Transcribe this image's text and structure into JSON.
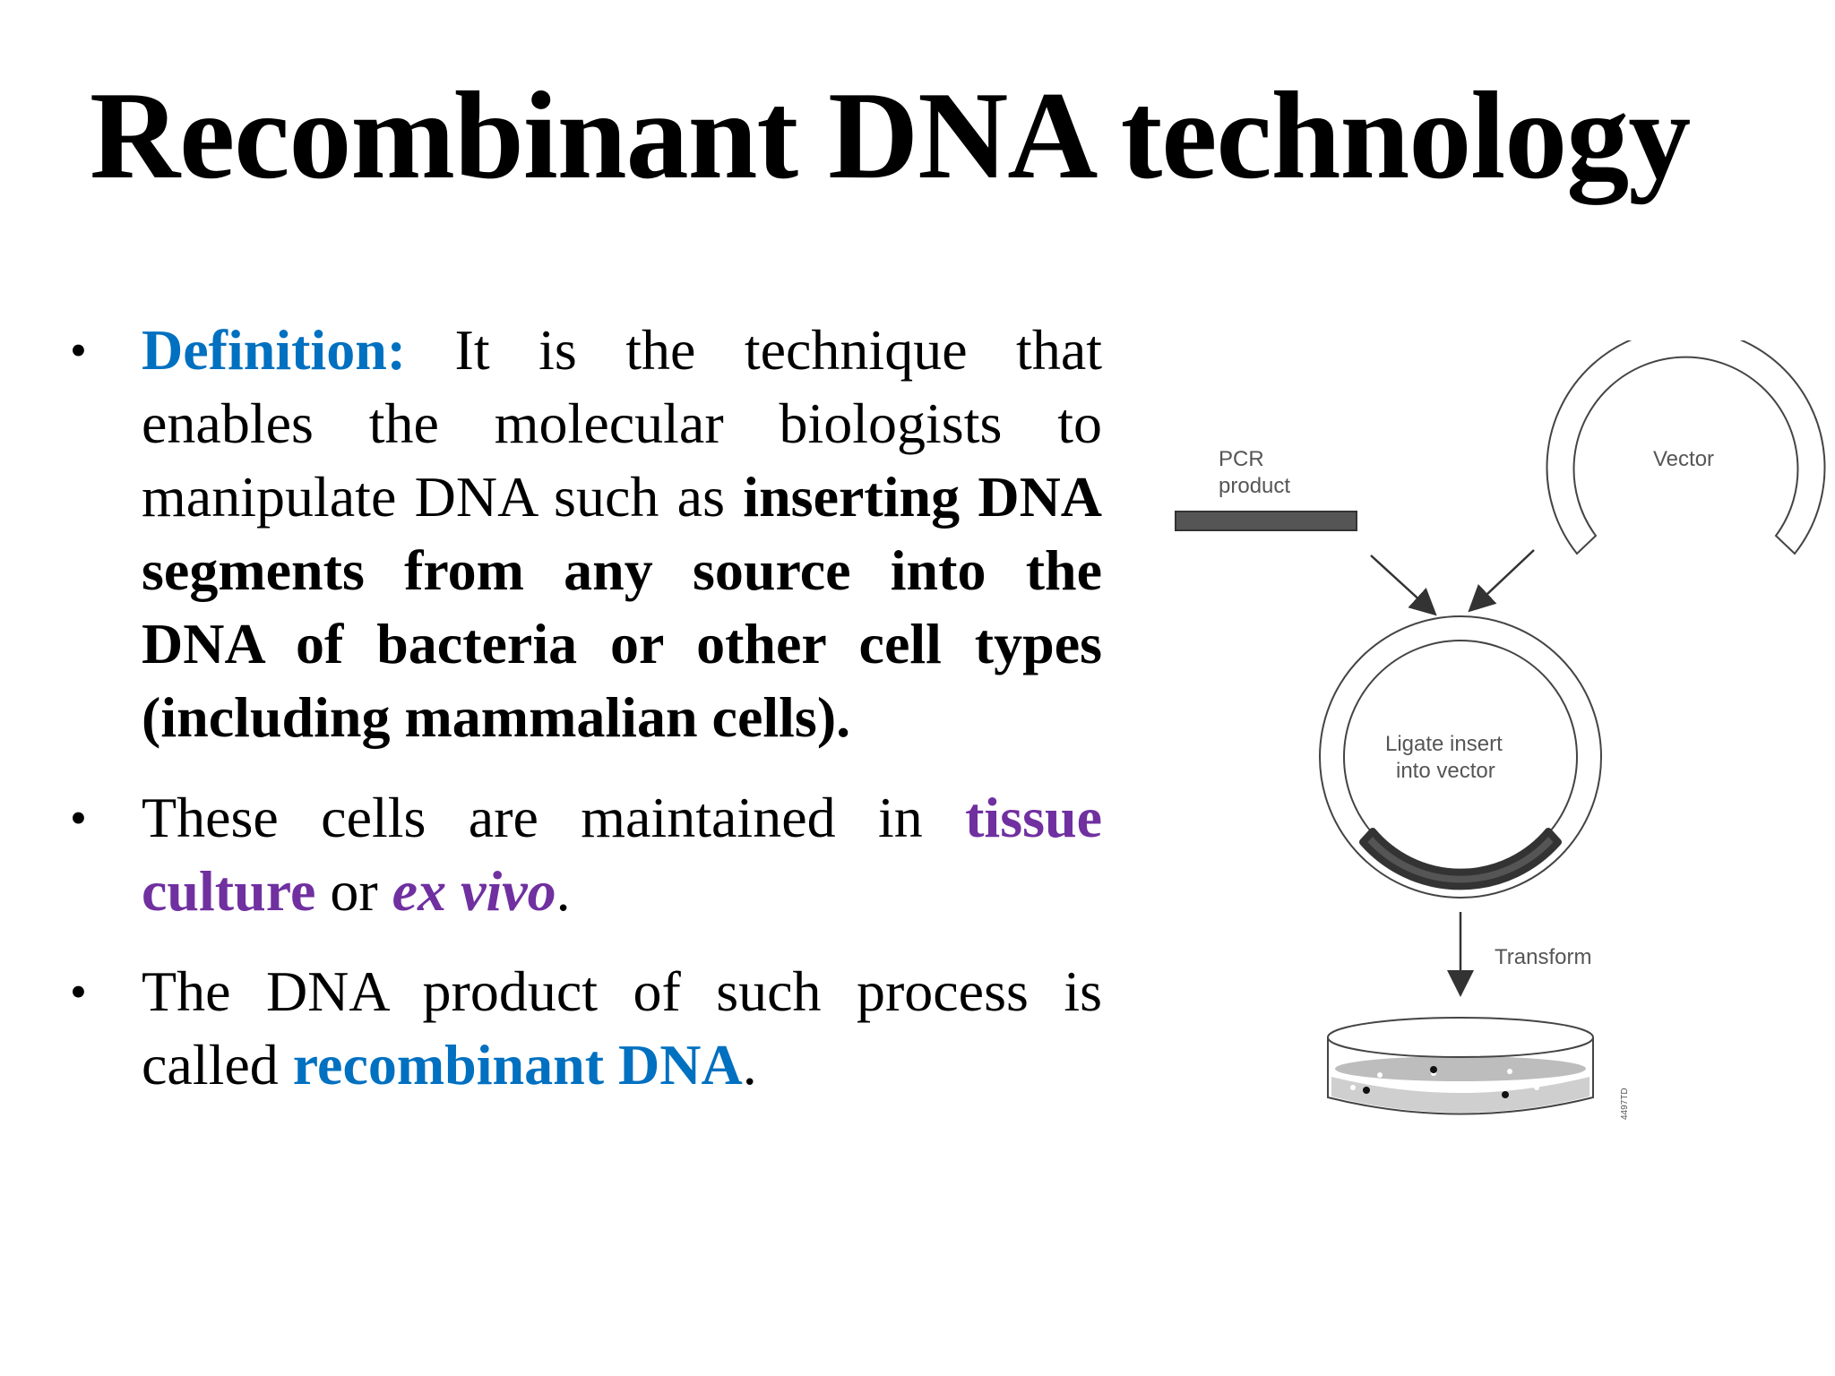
{
  "title": "Recombinant DNA technology",
  "bullets": [
    {
      "definition_label": "Definition:",
      "intro_text": " It is the technique that enables the molecular biologists to manipulate DNA such as ",
      "bold_text": "inserting DNA segments from any source into the DNA of bacteria or other cell types (including mammalian cells)."
    },
    {
      "text_before": "These cells are maintained in ",
      "highlight": "tissue culture",
      "text_middle": " or ",
      "italic_highlight": "ex vivo",
      "text_after": "."
    },
    {
      "text_before": "The DNA product of such process is called ",
      "highlight": "recombinant DNA",
      "text_after": ".",
      "trailing": " "
    }
  ],
  "diagram": {
    "pcr_label_line1": "PCR",
    "pcr_label_line2": "product",
    "vector_label": "Vector",
    "ligate_label_line1": "Ligate insert",
    "ligate_label_line2": "into vector",
    "transform_label": "Transform",
    "figure_code": "4497TD"
  },
  "colors": {
    "accent_blue": "#0070c0",
    "accent_purple": "#7030a0"
  }
}
